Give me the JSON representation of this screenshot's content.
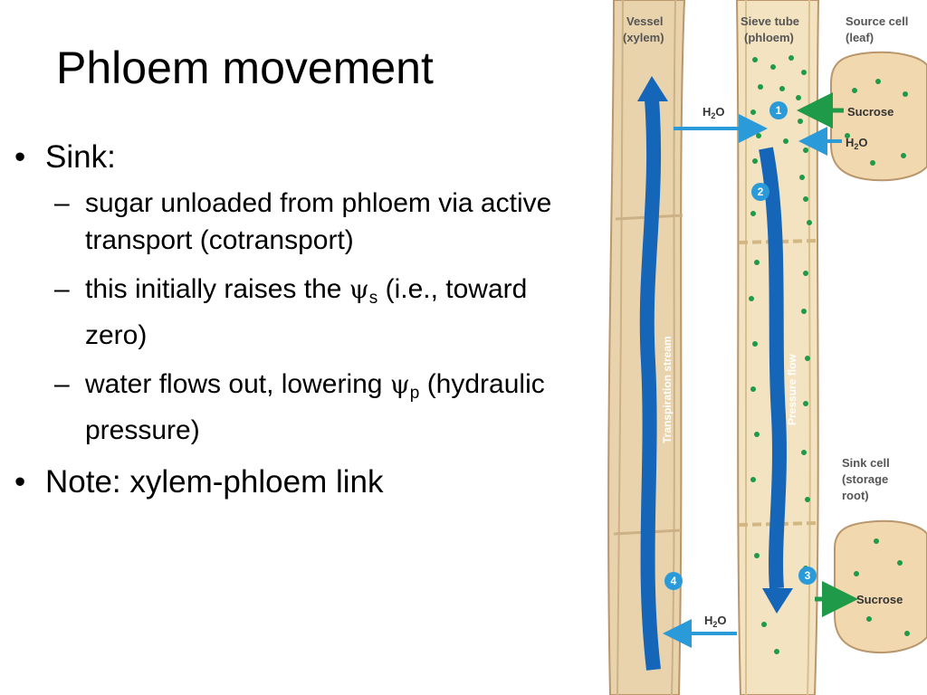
{
  "slide": {
    "title": "Phloem movement",
    "bullets": [
      {
        "text": "Sink:",
        "subs": [
          {
            "text": "sugar unloaded from phloem via active transport (cotransport)"
          },
          {
            "pre": "this initially raises the ",
            "symbol": "ψ",
            "subscript": "s",
            "post": " (i.e., toward zero)"
          },
          {
            "pre": "water flows out, lowering ",
            "symbol": "ψ",
            "subscript": "p",
            "post": " (hydraulic pressure)"
          }
        ]
      },
      {
        "text": "Note: xylem-phloem link"
      }
    ]
  },
  "figure": {
    "vessel_label": [
      "Vessel",
      "(xylem)"
    ],
    "sieve_label": [
      "Sieve tube",
      "(phloem)"
    ],
    "source_label": [
      "Source cell",
      "(leaf)"
    ],
    "sink_label": [
      "Sink cell",
      "(storage",
      "root)"
    ],
    "sucrose_top": "Sucrose",
    "sucrose_bottom": "Sucrose",
    "h2o": {
      "main": "H",
      "sub": "2",
      "end": "O"
    },
    "transpiration_stream": "Transpiration stream",
    "pressure_flow": "Pressure flow",
    "steps": [
      "1",
      "2",
      "3",
      "4"
    ],
    "colors": {
      "arrow_blue": "#1565b8",
      "light_blue": "#2a9ad8",
      "green": "#1f9a48",
      "tube": "#efdcb4",
      "outline": "#b9966b"
    }
  }
}
